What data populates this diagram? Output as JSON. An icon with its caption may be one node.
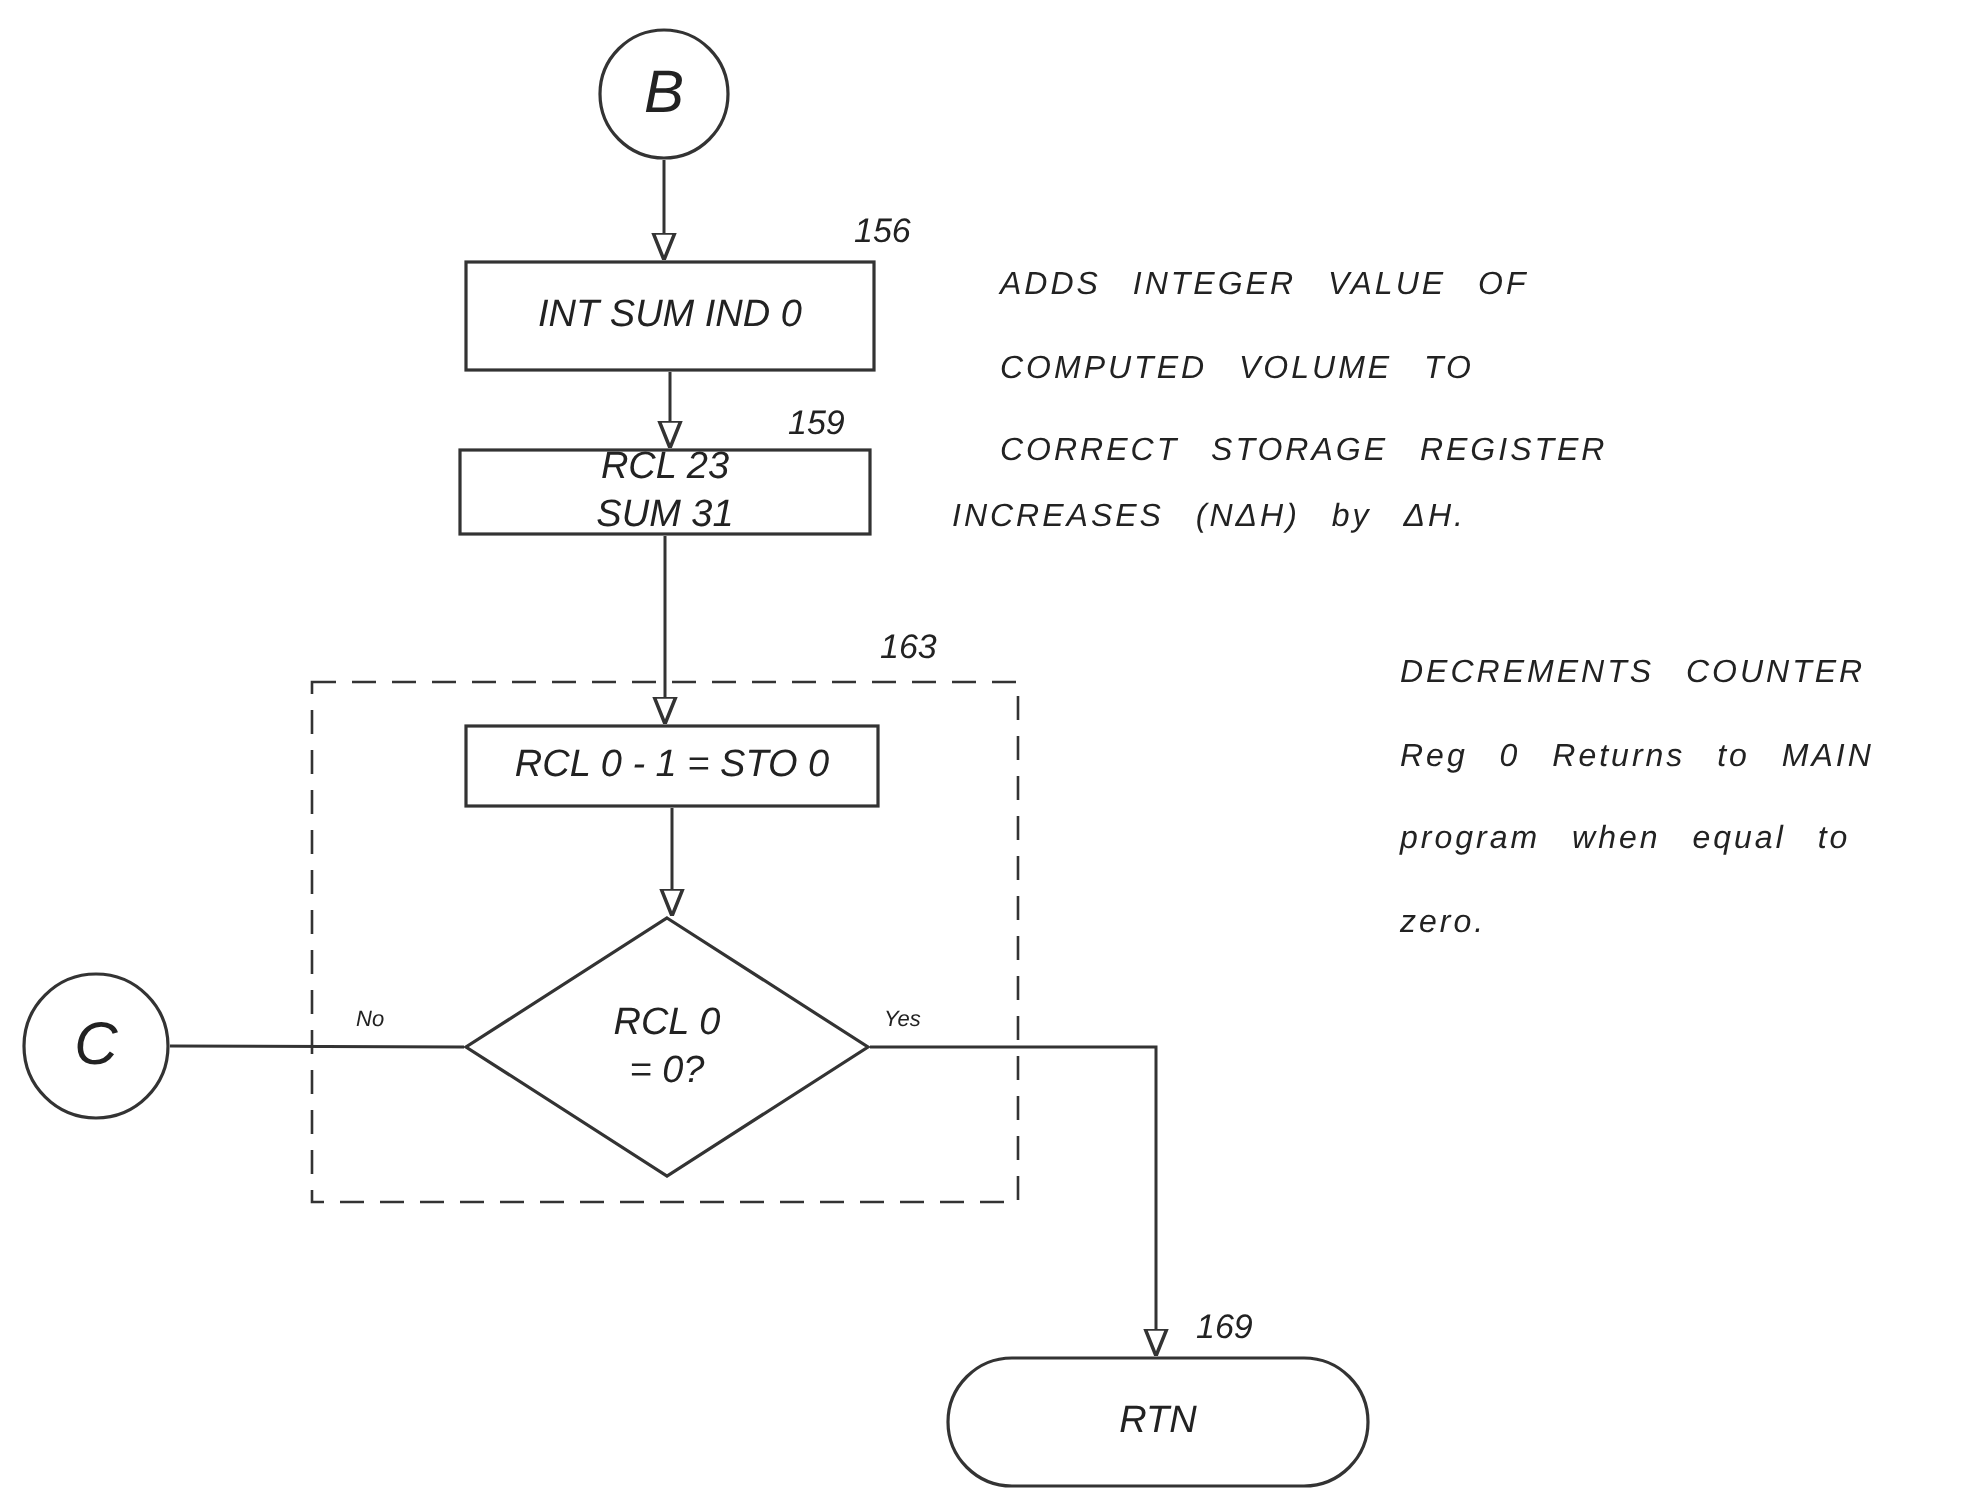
{
  "diagram": {
    "nodes": [
      {
        "text": [
          "B"
        ]
      },
      {
        "text": [
          "INT SUM IND 0"
        ],
        "beside": [
          "156"
        ]
      },
      {
        "text": [
          "RCL 23 SUM 31"
        ],
        "beside": [
          "159"
        ]
      },
      {
        "text": [],
        "shape": "box",
        "beside": [
          "163"
        ]
      },
      {
        "text": [
          "RCL 0 - 1 = STO 0"
        ],
        "in": 3
      },
      {
        "text": [
          "RCL 0 = 0?"
        ],
        "in": 3
      },
      {
        "text": [
          "C"
        ]
      },
      {
        "text": [
          "RTN"
        ],
        "beside": [
          "169"
        ]
      }
    ],
    "edges": [
      {
        "from": 0,
        "to": 1,
        "arrow": "to"
      },
      {
        "from": 1,
        "to": 2,
        "arrow": "to"
      },
      {
        "from": 2,
        "to": 4,
        "arrow": "to"
      },
      {
        "from": 4,
        "to": 5,
        "arrow": "to"
      },
      {
        "from": 5,
        "to": 6,
        "label": "No",
        "arrow": "none"
      },
      {
        "from": 5,
        "to": 7,
        "label": "Yes",
        "arrow": "to"
      }
    ],
    "labels": [
      "ADDS INTEGER VALUE OF COMPUTED VOLUME TO CORRECT STORAGE REGISTER",
      "INCREASES (NΔH) by ΔH.",
      "DECREMENTS COUNTER Reg 0 Returns to MAIN program when equal to zero."
    ]
  }
}
